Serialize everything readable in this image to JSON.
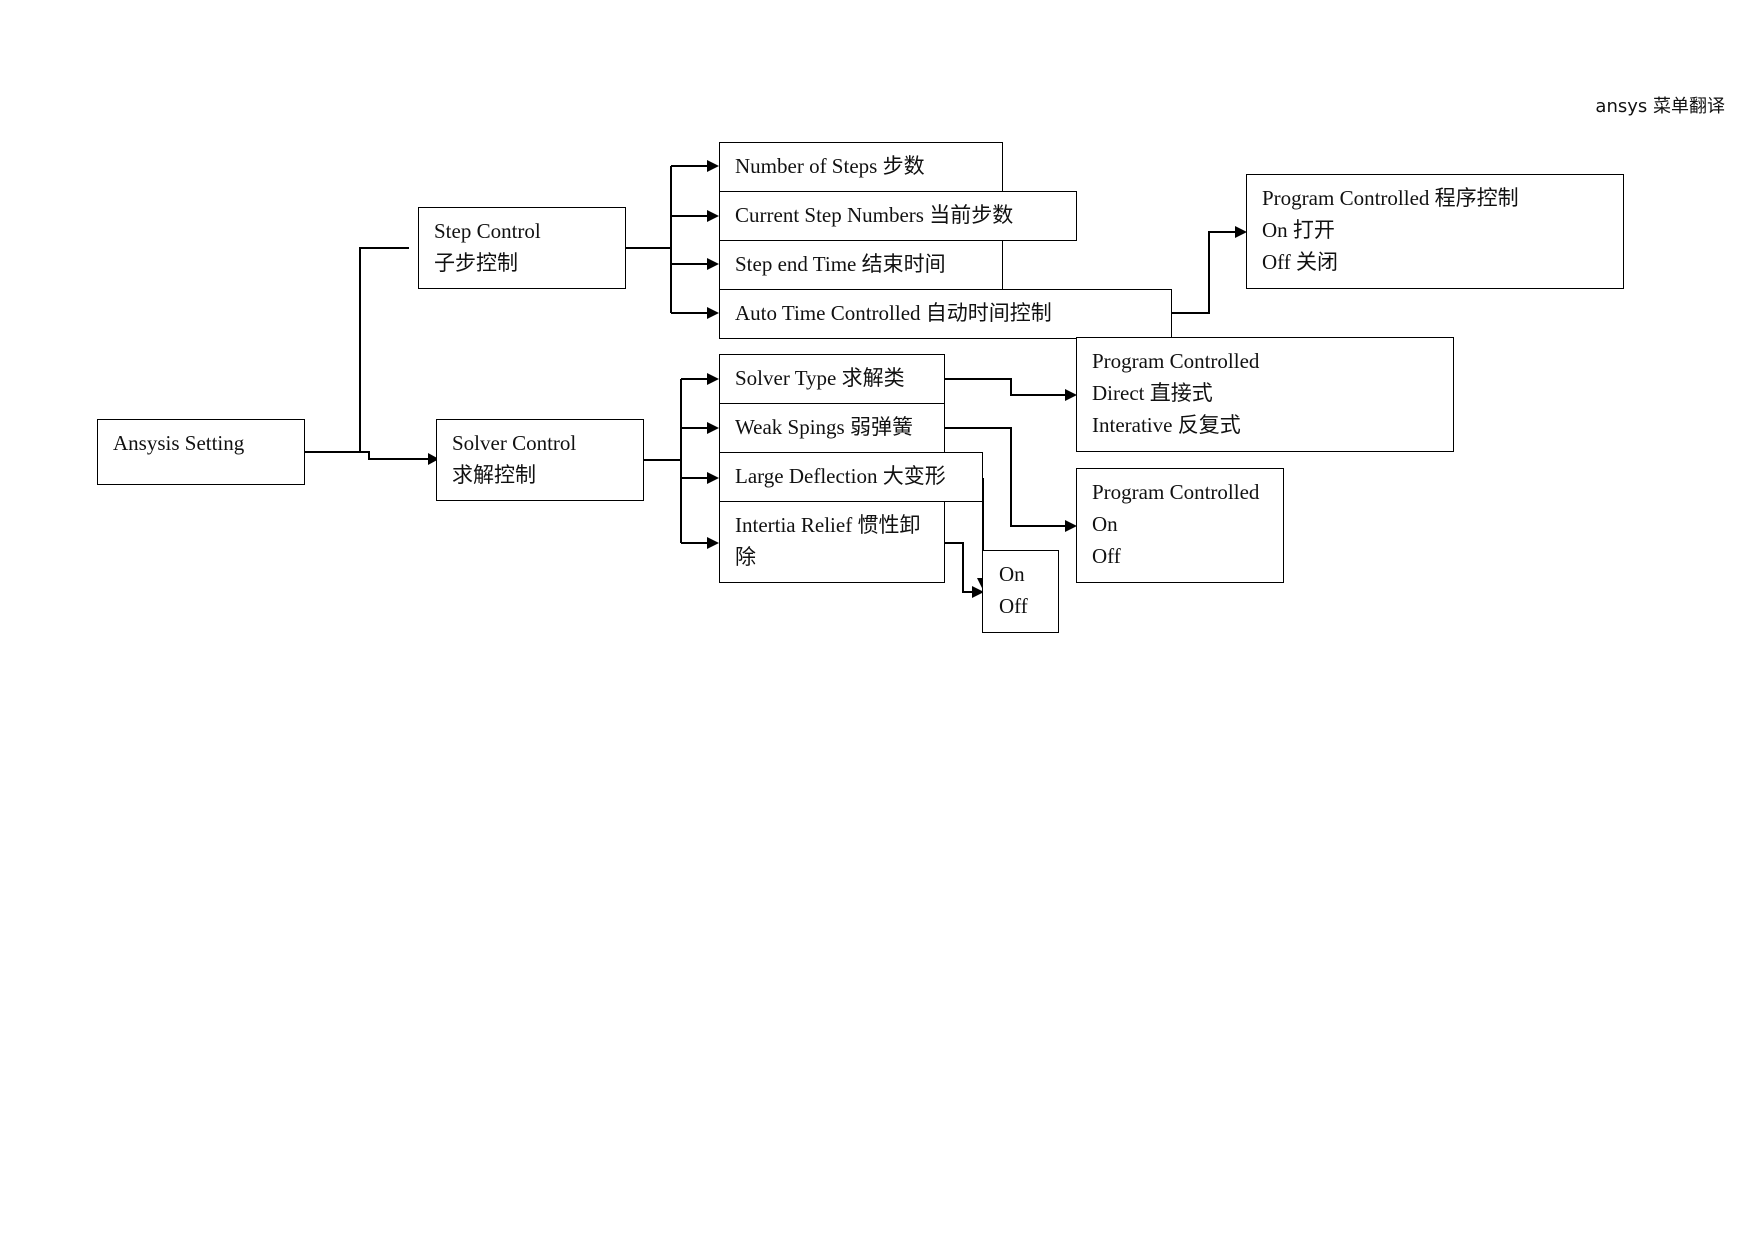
{
  "header": {
    "title": "ansys 菜单翻译"
  },
  "nodes": {
    "root": {
      "lines": [
        "Ansysis Setting"
      ]
    },
    "step_control": {
      "lines": [
        "Step Control",
        "子步控制"
      ]
    },
    "solver_control": {
      "lines": [
        "Solver Control",
        "求解控制"
      ]
    },
    "number_of_steps": {
      "lines": [
        "Number of Steps  步数"
      ]
    },
    "current_step_numbers": {
      "lines": [
        "Current Step Numbers  当前步数"
      ]
    },
    "step_end_time": {
      "lines": [
        "Step end Time  结束时间"
      ]
    },
    "auto_time_controlled": {
      "lines": [
        "Auto Time Controlled 自动时间控制"
      ]
    },
    "auto_time_options": {
      "lines": [
        "Program Controlled  程序控制",
        "On    打开",
        "Off    关闭"
      ]
    },
    "solver_type": {
      "lines": [
        "Solver Type  求解类"
      ]
    },
    "weak_springs": {
      "lines": [
        "Weak Spings  弱弹簧"
      ]
    },
    "large_deflection": {
      "lines": [
        "Large Deflection  大变形"
      ]
    },
    "inertia_relief": {
      "lines": [
        "Intertia Relief  惯性卸除"
      ]
    },
    "solver_type_options": {
      "lines": [
        "Program Controlled",
        "Direct    直接式",
        "Interative  反复式"
      ]
    },
    "weak_springs_options": {
      "lines": [
        "Program Controlled",
        "On",
        "Off"
      ]
    },
    "on_off_options": {
      "lines": [
        "On",
        "Off"
      ]
    }
  }
}
